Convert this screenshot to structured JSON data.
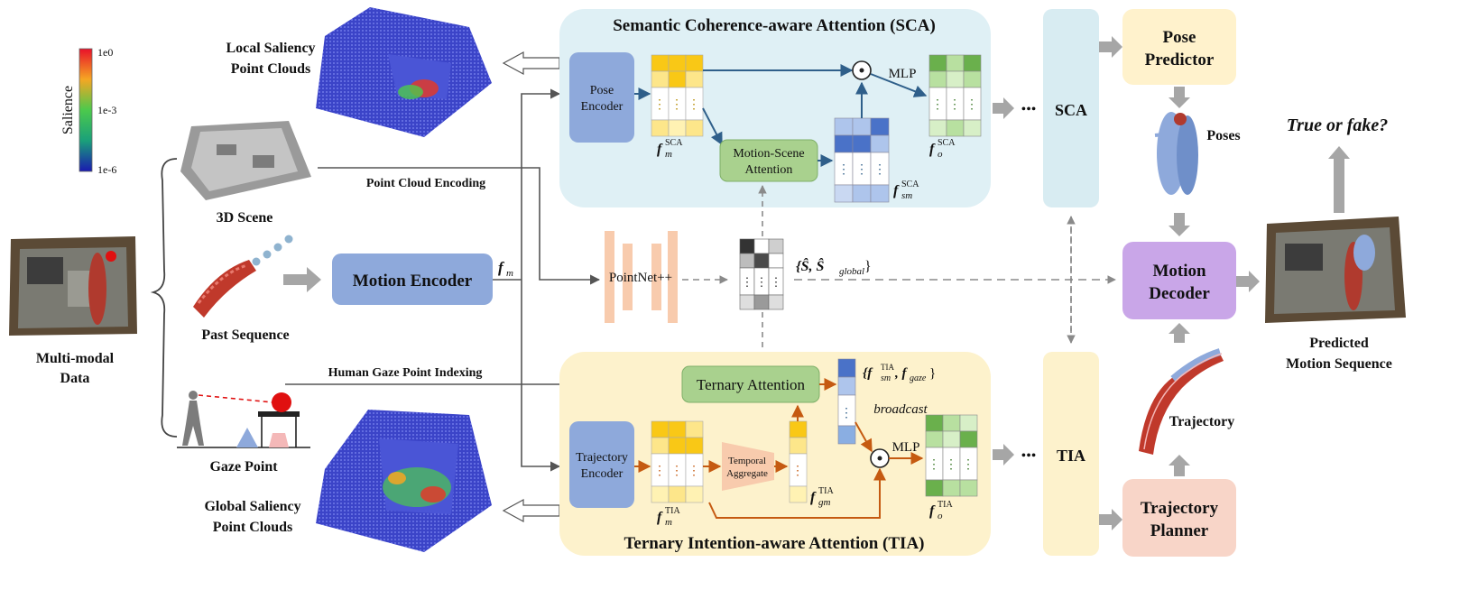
{
  "colorbar": {
    "title": "Salience",
    "top": "1e0",
    "mid": "1e-3",
    "bottom": "1e-6"
  },
  "inputs": {
    "local_saliency": [
      "Local Saliency",
      "Point Clouds"
    ],
    "scene": "3D Scene",
    "point_cloud_encoding": "Point Cloud Encoding",
    "past_sequence": "Past Sequence",
    "motion_encoder": "Motion Encoder",
    "fm": "f",
    "fm_sub": "m",
    "multimodal": [
      "Multi-modal",
      "Data"
    ],
    "gaze_point": "Gaze Point",
    "gaze_indexing": "Human Gaze Point Indexing",
    "global_saliency": [
      "Global Saliency",
      "Point Clouds"
    ]
  },
  "sca": {
    "title": "Semantic Coherence-aware Attention (SCA)",
    "pose_encoder": [
      "Pose",
      "Encoder"
    ],
    "motion_scene": [
      "Motion-Scene",
      "Attention"
    ],
    "mlp": "MLP",
    "f_m": "f",
    "f_m_sub": "m",
    "f_m_sup": "SCA",
    "f_sm": "f",
    "f_sm_sub": "sm",
    "f_sm_sup": "SCA",
    "f_o": "f",
    "f_o_sub": "o",
    "f_o_sup": "SCA"
  },
  "pointnet": {
    "label": "PointNet++",
    "s_label": "{Ŝ, Ŝ",
    "s_sub": "global",
    "s_close": "}"
  },
  "tia": {
    "title": "Ternary Intention-aware Attention (TIA)",
    "ternary": "Ternary Attention",
    "traj_encoder": [
      "Trajectory",
      "Encoder"
    ],
    "temporal": [
      "Temporal",
      "Aggregate"
    ],
    "broadcast": "broadcast",
    "mlp": "MLP",
    "set_open": "{f",
    "set_sub": "sm",
    "set_sup": "TIA",
    "set_mid": ", f",
    "set_sub2": "gaze",
    "set_close": "}",
    "f_m": "f",
    "f_m_sub": "m",
    "f_m_sup": "TIA",
    "f_gm": "f",
    "f_gm_sub": "gm",
    "f_gm_sup": "TIA",
    "f_o": "f",
    "f_o_sub": "o",
    "f_o_sup": "TIA"
  },
  "stacks": {
    "sca": "SCA",
    "tia": "TIA",
    "dots": "•••"
  },
  "decoder": {
    "pose_predictor": [
      "Pose",
      "Predictor"
    ],
    "poses": "Poses",
    "motion_decoder": [
      "Motion",
      "Decoder"
    ],
    "trajectory": "Trajectory",
    "trajectory_planner": [
      "Trajectory",
      "Planner"
    ],
    "true_fake": "True or fake?",
    "predicted": [
      "Predicted",
      "Motion Sequence"
    ]
  },
  "colors": {
    "sca_bg": "#dff0f5",
    "tia_bg": "#fdf2cc",
    "stack_bg": "#d8ecf2",
    "encoder": "#8ea9db",
    "motion_scene": "#a9d18e",
    "ternary": "#a9d18e",
    "pose_predictor": "#fff2cc",
    "motion_decoder": "#c9a6e8",
    "planner": "#f8d5c8",
    "blue_arrow": "#2f5f8a",
    "orange_arrow": "#c55a11",
    "gray": "#8a8a8a"
  }
}
